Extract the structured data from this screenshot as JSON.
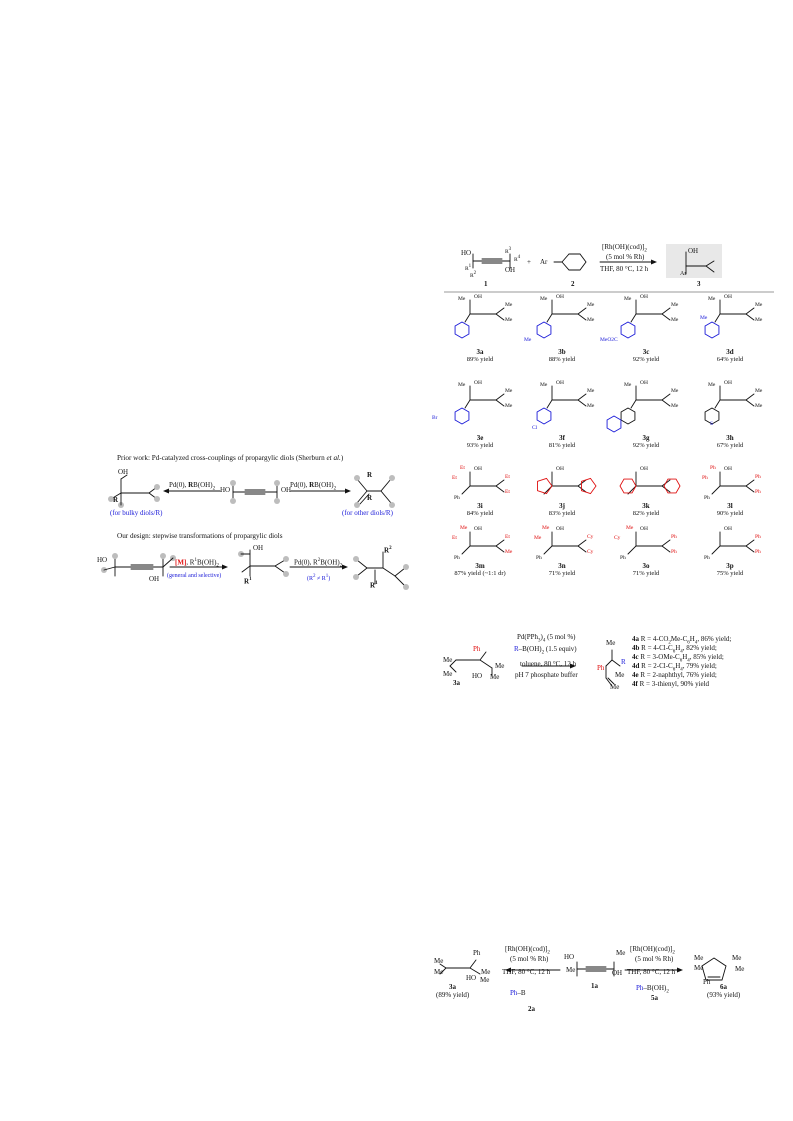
{
  "left": {
    "prior_title_a": "Prior work: Pd-catalyzed cross-couplings of propargylic diols (Sherburn ",
    "prior_title_b": "et al.",
    "prior_title_c": ")",
    "prior_cond_l": "Pd(0), ",
    "prior_cond_l_b": "R",
    "prior_cond_l_c": "B(OH)",
    "prior_cond_r": "Pd(0), ",
    "prior_cond_r_b": "R",
    "prior_cond_r_c": "B(OH)",
    "bulky": "(for bulky diols/R)",
    "other": "(for other diols/R)",
    "design_title": "Our design: stepwise transformations of propargylic diols",
    "m": "[M]",
    "r1b": ", R",
    "r1b_c": "B(OH)",
    "general": "(general and selective)",
    "pd_r2": "Pd(0), R",
    "pd_r2_c": "B(OH)",
    "r2ner1": "(R",
    "r2ner1_b": " ≠ R",
    "r2ner1_c": ")",
    "R": "R",
    "R1": "R",
    "R2": "R"
  },
  "top_scheme": {
    "cond1": "[Rh(OH)(cod)]",
    "cond2": "(5 mol % Rh)",
    "cond3": "THF, 80 °C, 12 h",
    "plus": "+",
    "ar": "Ar",
    "label1": "1",
    "label2": "2",
    "label3": "3",
    "ho": "HO",
    "oh": "OH",
    "r1": "R",
    "r2": "R",
    "r3": "R",
    "r4": "R"
  },
  "products": [
    {
      "id": "3a",
      "yield": "89% yield"
    },
    {
      "id": "3b",
      "yield": "88% yield"
    },
    {
      "id": "3c",
      "yield": "92% yield"
    },
    {
      "id": "3d",
      "yield": "64% yield"
    },
    {
      "id": "3e",
      "yield": "93% yield"
    },
    {
      "id": "3f",
      "yield": "81% yield"
    },
    {
      "id": "3g",
      "yield": "92% yield"
    },
    {
      "id": "3h",
      "yield": "67% yield"
    },
    {
      "id": "3i",
      "yield": "84% yield"
    },
    {
      "id": "3j",
      "yield": "83% yield"
    },
    {
      "id": "3k",
      "yield": "82% yield"
    },
    {
      "id": "3l",
      "yield": "90% yield"
    },
    {
      "id": "3m",
      "yield": "87% yield (~1:1 dr)"
    },
    {
      "id": "3n",
      "yield": "71% yield"
    },
    {
      "id": "3o",
      "yield": "71% yield"
    },
    {
      "id": "3p",
      "yield": "75% yield"
    }
  ],
  "substituents": {
    "me": "Me",
    "oh": "OH",
    "et": "Et",
    "ph": "Ph",
    "cy": "Cy",
    "meo2c": "MeO",
    "meo2c_b": "C",
    "br": "Br",
    "cl": "Cl",
    "s": "S"
  },
  "second_scheme": {
    "cond1": "Pd(PPh",
    "cond1_b": ")",
    "cond1_c": " (5 mol %)",
    "cond2_r": "R",
    "cond2": "–B(OH)",
    "cond2_c": " (1.5 equiv)",
    "cond3": "toluene, 80 °C, 12 h",
    "cond4": "pH 7 phosphate buffer",
    "label": "3a",
    "results": [
      {
        "id": "4a",
        "text": " R = 4-CO",
        "text2": "Me-C",
        "text3": "H",
        "text4": ", 86% yield;"
      },
      {
        "id": "4b",
        "text": " R = 4-Cl-C",
        "text2": "",
        "text3": "H",
        "text4": ", 82% yield;"
      },
      {
        "id": "4c",
        "text": " R = 3-OMe-C",
        "text2": "",
        "text3": "H",
        "text4": ", 85% yield;"
      },
      {
        "id": "4d",
        "text": " R = 2-Cl-C",
        "text2": "",
        "text3": "H",
        "text4": ", 79% yield;"
      },
      {
        "id": "4e",
        "text": " R = 2-naphthyl, 76% yield;",
        "text2": "",
        "text3": "",
        "text4": ""
      },
      {
        "id": "4f",
        "text": " R = 3-thienyl, 90% yield",
        "text2": "",
        "text3": "",
        "text4": ""
      }
    ]
  },
  "bottom_scheme": {
    "cond_l1": "[Rh(OH)(cod)]",
    "cond_l2": "(5 mol % Rh)",
    "cond_l3": "THF, 80 °C, 12 h",
    "cond_r1": "[Rh(OH)(cod)]",
    "cond_r2": "(5 mol % Rh)",
    "cond_r3": "THF, 80 °C, 12 h",
    "label_3a": "3a",
    "yield_3a": "(89% yield)",
    "label_1a": "1a",
    "label_2a": "2a",
    "label_5a": "5a",
    "label_6a": "6a",
    "yield_6a": "(93% yield)",
    "ph": "Ph",
    "boh2": "B(OH)",
    "sub_2": "2",
    "sub_4": "4",
    "sub_3": "3",
    "sub_6": "6",
    "sup_1": "1",
    "sup_2": "2",
    "sup_3": "3",
    "sup_4": "4"
  }
}
